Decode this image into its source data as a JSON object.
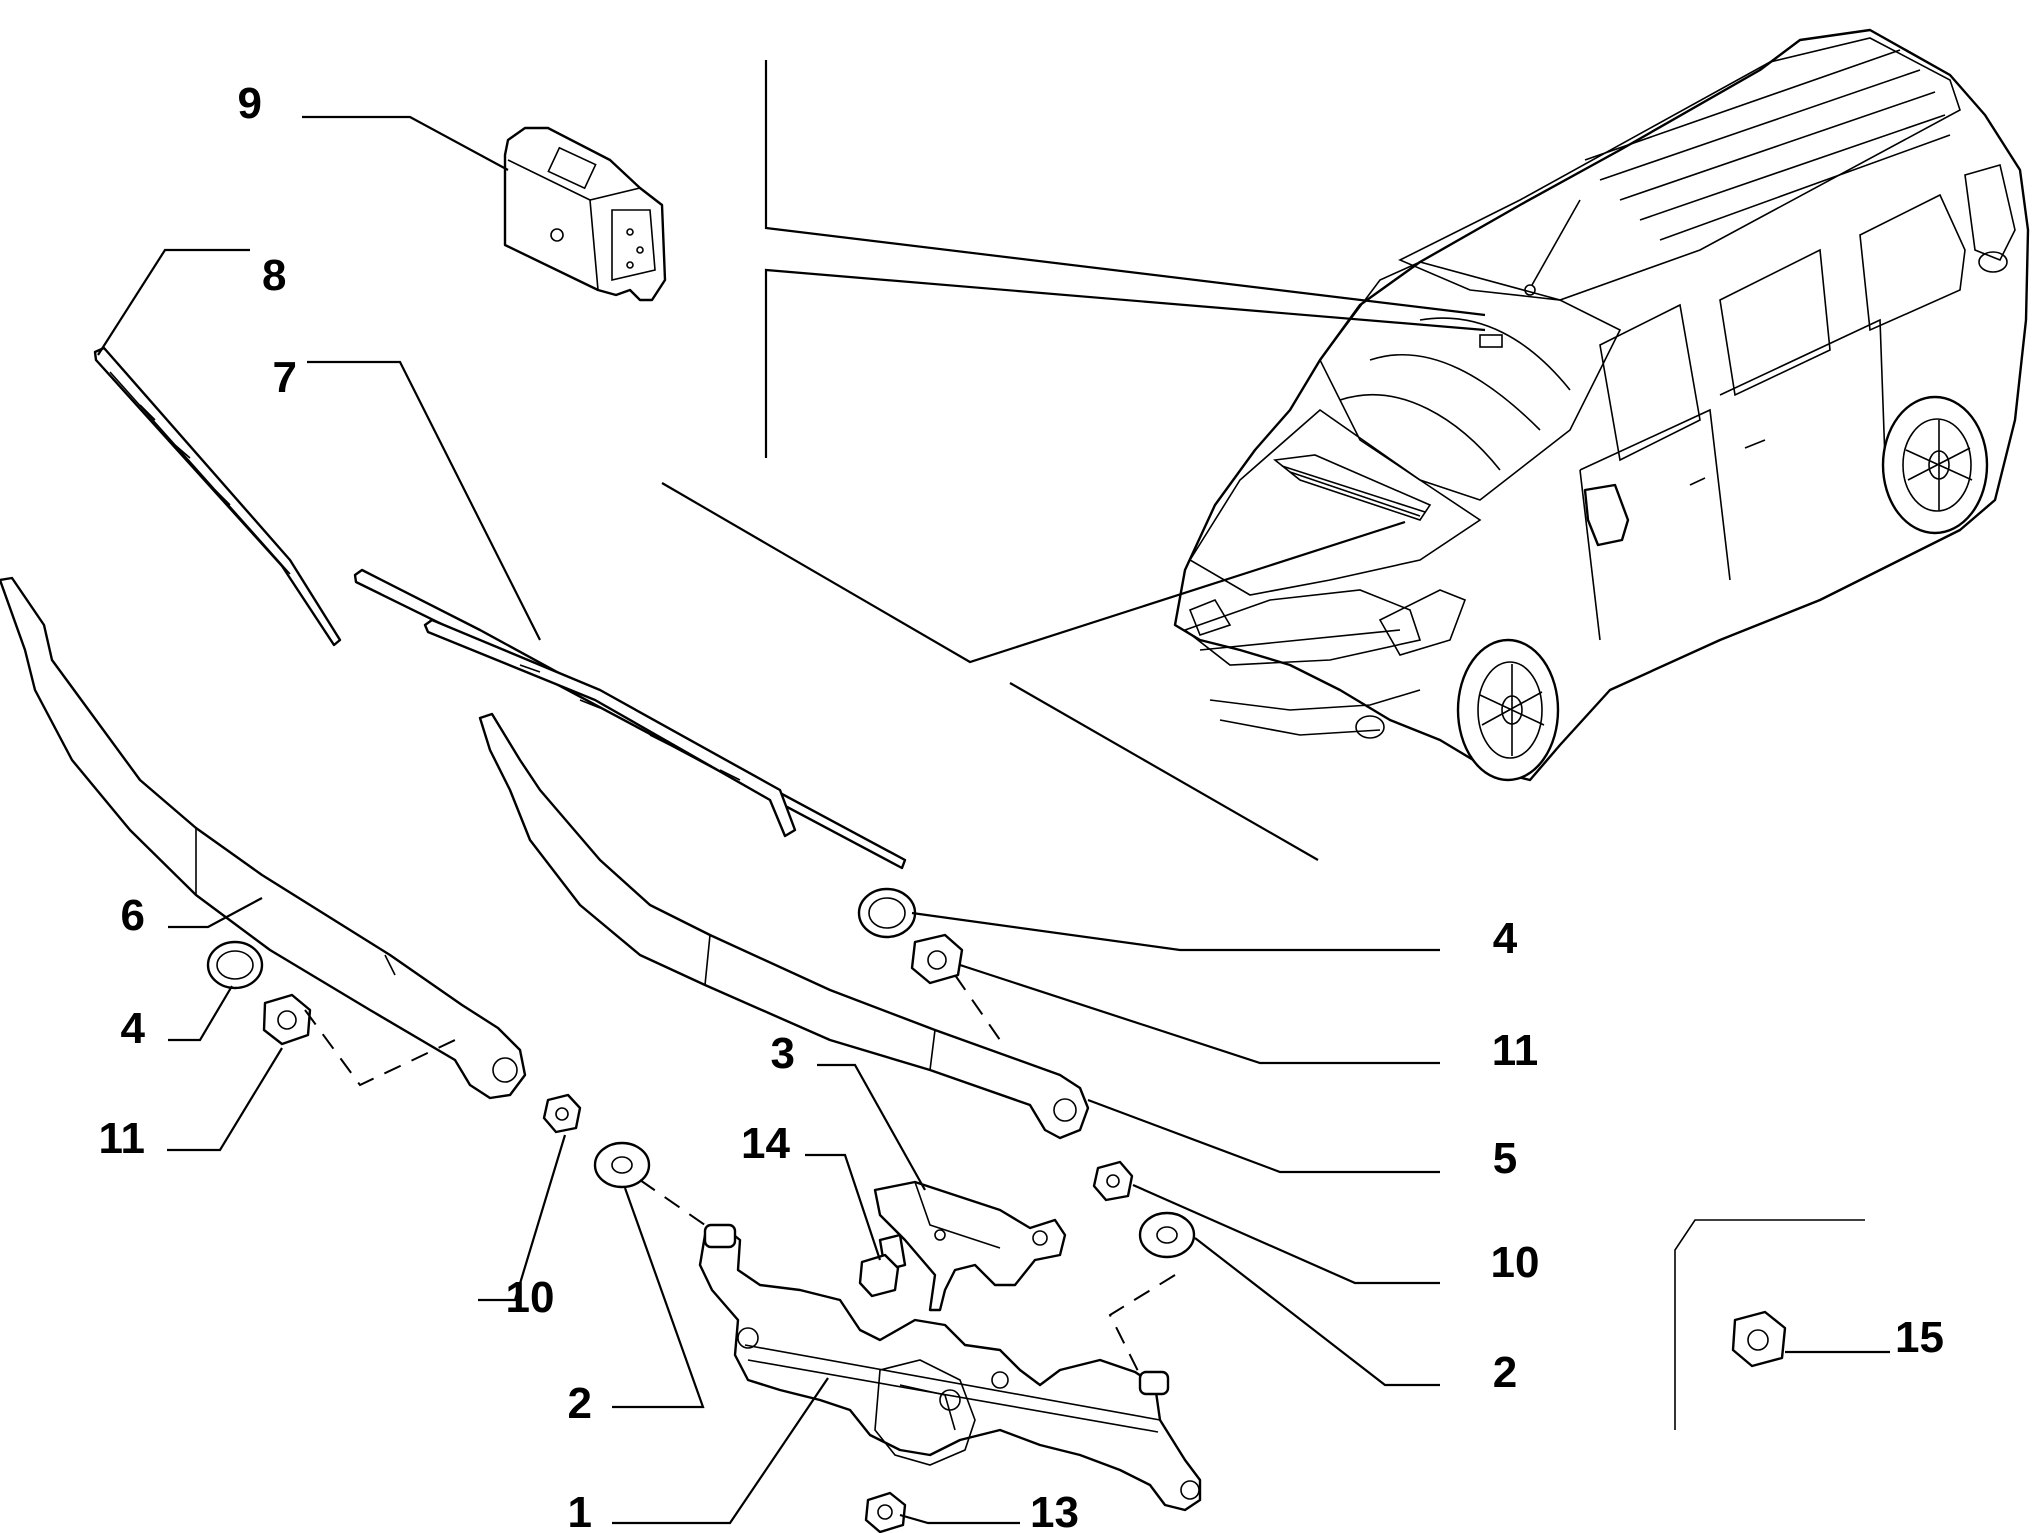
{
  "diagram": {
    "callouts": [
      {
        "id": "c9",
        "label": "9"
      },
      {
        "id": "c8",
        "label": "8"
      },
      {
        "id": "c7",
        "label": "7"
      },
      {
        "id": "c6",
        "label": "6"
      },
      {
        "id": "c4l",
        "label": "4"
      },
      {
        "id": "c11l",
        "label": "11"
      },
      {
        "id": "c10l",
        "label": "10"
      },
      {
        "id": "c2l",
        "label": "2"
      },
      {
        "id": "c1",
        "label": "1"
      },
      {
        "id": "c14",
        "label": "14"
      },
      {
        "id": "c3",
        "label": "3"
      },
      {
        "id": "c13",
        "label": "13"
      },
      {
        "id": "c4r",
        "label": "4"
      },
      {
        "id": "c11r",
        "label": "11"
      },
      {
        "id": "c5",
        "label": "5"
      },
      {
        "id": "c10r",
        "label": "10"
      },
      {
        "id": "c2r",
        "label": "2"
      },
      {
        "id": "c15",
        "label": "15"
      }
    ]
  }
}
